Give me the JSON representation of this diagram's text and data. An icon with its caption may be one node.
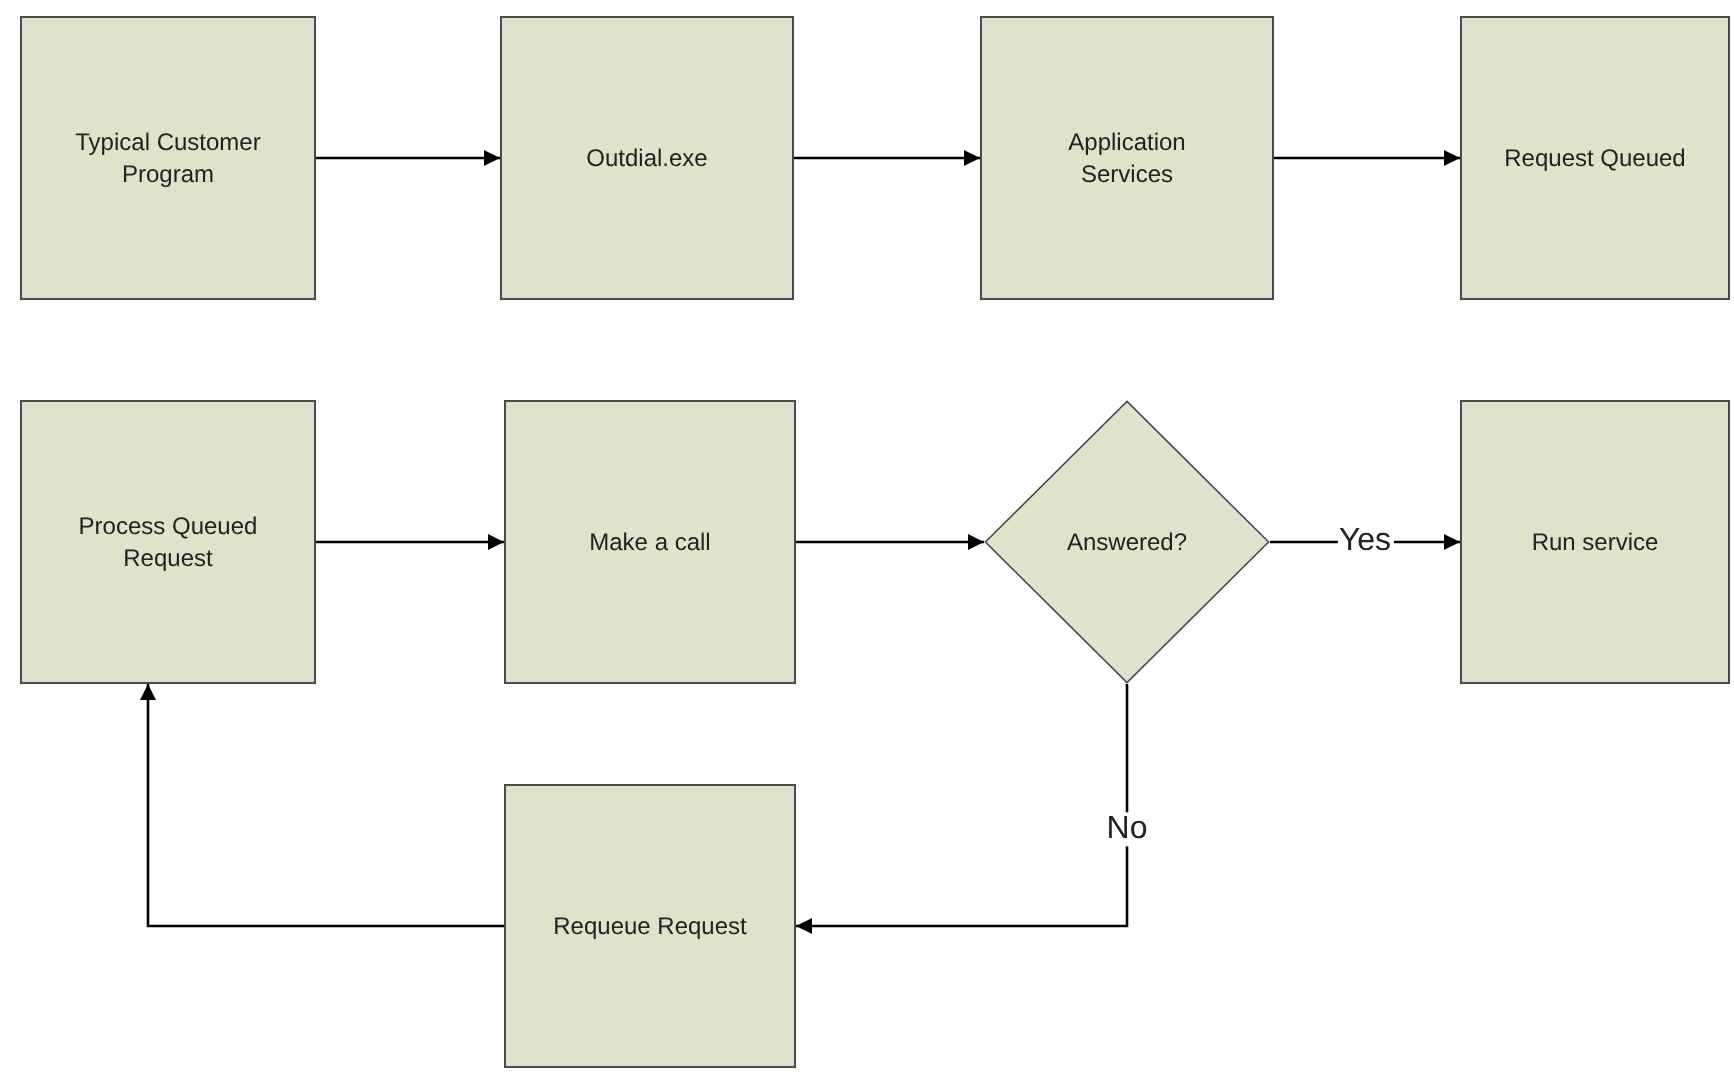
{
  "diagram": {
    "nodes": [
      {
        "text": [
          "Typical Customer Program"
        ]
      },
      {
        "text": [
          "Outdial.exe"
        ]
      },
      {
        "text": [
          "Application Services"
        ]
      },
      {
        "text": [
          "Request Queued"
        ]
      },
      {
        "text": [
          "Process Queued Request"
        ]
      },
      {
        "text": [
          "Make a call"
        ]
      },
      {
        "text": [
          "Answered?"
        ]
      },
      {
        "text": [
          "Run service"
        ]
      },
      {
        "text": [
          "Requeue Request"
        ]
      }
    ],
    "edges": [
      {
        "from": 0,
        "to": 1,
        "arrow": "to"
      },
      {
        "from": 1,
        "to": 2,
        "arrow": "to"
      },
      {
        "from": 2,
        "to": 3,
        "arrow": "to"
      },
      {
        "from": 4,
        "to": 5,
        "arrow": "to"
      },
      {
        "from": 5,
        "to": 6,
        "arrow": "to"
      },
      {
        "from": 6,
        "to": 7,
        "arrow": "to",
        "label": "Yes"
      },
      {
        "from": 6,
        "to": 8,
        "arrow": "to",
        "label": "No"
      },
      {
        "from": 8,
        "to": 4,
        "arrow": "to"
      }
    ]
  }
}
